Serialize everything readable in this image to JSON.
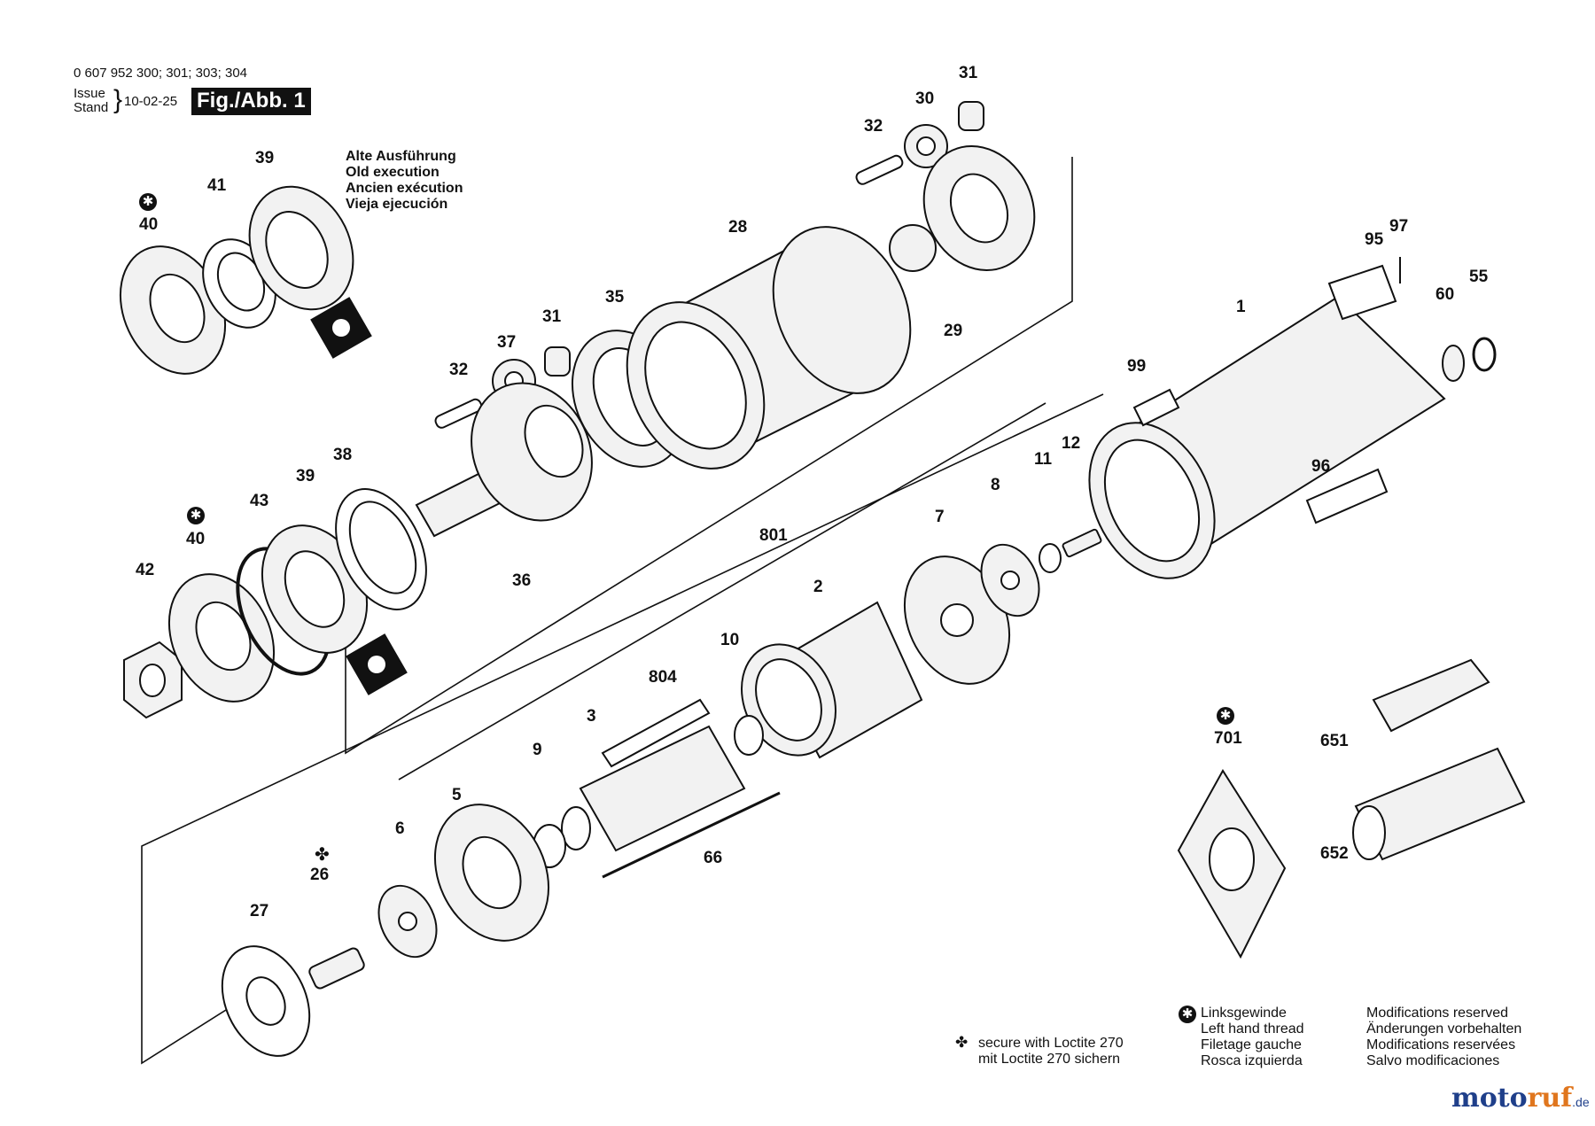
{
  "header": {
    "part_numbers": "0 607 952 300; 301; 303; 304",
    "issue_label": "Issue",
    "stand_label": "Stand",
    "date": "10-02-25",
    "figure_label": "Fig./Abb. 1"
  },
  "old_execution": [
    "Alte Ausführung",
    "Old execution",
    "Ancien exécution",
    "Vieja ejecución"
  ],
  "part_labels": {
    "p1": "1",
    "p2": "2",
    "p3": "3",
    "p5": "5",
    "p6": "6",
    "p7": "7",
    "p8": "8",
    "p9": "9",
    "p10": "10",
    "p11": "11",
    "p12": "12",
    "p26": "26",
    "p27": "27",
    "p28": "28",
    "p29": "29",
    "p30": "30",
    "p31a": "31",
    "p31b": "31",
    "p32a": "32",
    "p32b": "32",
    "p35": "35",
    "p36": "36",
    "p37": "37",
    "p38": "38",
    "p39a": "39",
    "p39b": "39",
    "p40a": "40",
    "p40b": "40",
    "p41": "41",
    "p42": "42",
    "p43": "43",
    "p55": "55",
    "p60": "60",
    "p66": "66",
    "p95": "95",
    "p96": "96",
    "p97": "97",
    "p99": "99",
    "p651": "651",
    "p652": "652",
    "p701": "701",
    "p801": "801",
    "p804": "804"
  },
  "legend": {
    "loctite": [
      "secure with Loctite 270",
      "mit Loctite 270 sichern"
    ],
    "left_hand": [
      "Linksgewinde",
      "Left hand thread",
      "Filetage gauche",
      "Rosca izquierda"
    ],
    "modifications": [
      "Modifications reserved",
      "Änderungen vorbehalten",
      "Modifications reservées",
      "Salvo modificaciones"
    ]
  },
  "logo": {
    "part_a": "moto",
    "part_b": "ruf",
    "suffix": ".de"
  },
  "icons": {
    "left_thread": "star-icon",
    "loctite": "club-icon"
  }
}
